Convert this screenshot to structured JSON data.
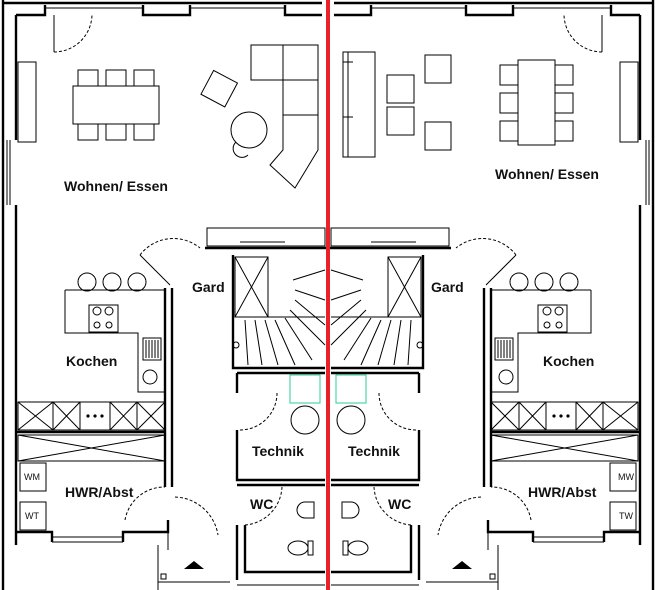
{
  "title": "Doppelhaus Erdgeschoss",
  "colors": {
    "party_wall": "#e8222a",
    "walls": "#000000",
    "technik_outline": "#2ecc9a"
  },
  "left_unit": {
    "rooms": {
      "living": "Wohnen/ Essen",
      "kitchen": "Kochen",
      "wardrobe": "Gard",
      "utility": "HWR/Abst",
      "technik": "Technik",
      "wc": "WC"
    },
    "appliances": {
      "washer": "WM",
      "dryer": "WT"
    }
  },
  "right_unit": {
    "rooms": {
      "living": "Wohnen/ Essen",
      "kitchen": "Kochen",
      "wardrobe": "Gard",
      "utility": "HWR/Abst",
      "technik": "Technik",
      "wc": "WC"
    },
    "appliances": {
      "washer": "MW",
      "dryer": "TW"
    }
  }
}
